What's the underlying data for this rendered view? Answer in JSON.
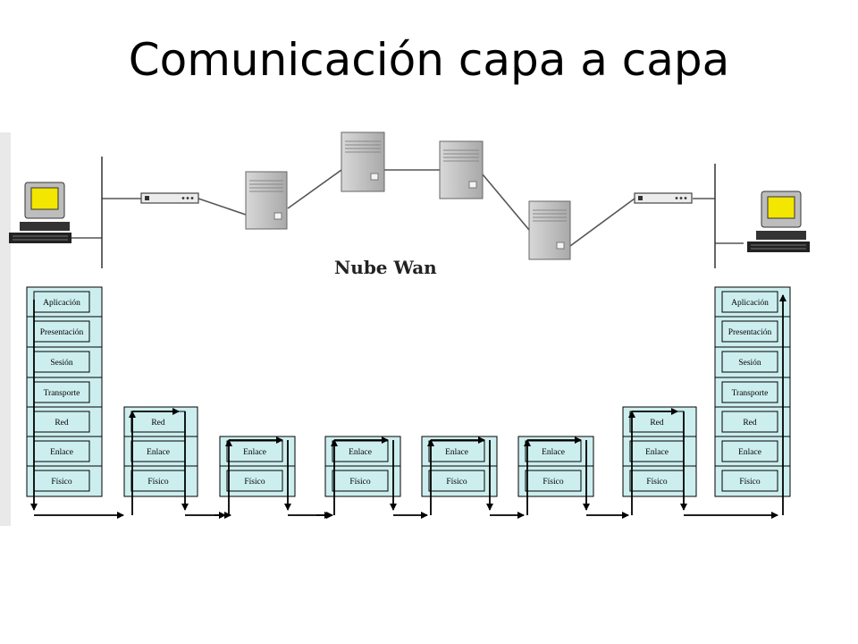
{
  "slide": {
    "title": "Comunicación capa a capa"
  },
  "network": {
    "label": "Nube Wan"
  },
  "hosts": {
    "left": [
      "Aplicación",
      "Presentación",
      "Sesión",
      "Transporte",
      "Red",
      "Enlace",
      "Físico"
    ],
    "right": [
      "Aplicación",
      "Presentación",
      "Sesión",
      "Transporte",
      "Red",
      "Enlace",
      "Físico"
    ]
  },
  "routers": [
    "Red",
    "Enlace",
    "Físico"
  ],
  "switches": [
    "Enlace",
    "Físico"
  ],
  "colors": {
    "layer_fill": "#cdeeee",
    "layer_border": "#000000",
    "monitor_screen": "#f3e600"
  }
}
